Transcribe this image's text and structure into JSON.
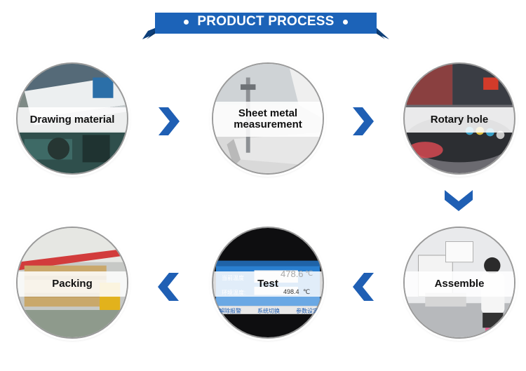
{
  "banner": {
    "title": "PRODUCT PROCESS"
  },
  "steps": [
    {
      "label": "Drawing material"
    },
    {
      "label": "Sheet metal measurement"
    },
    {
      "label": "Rotary hole"
    },
    {
      "label": "Assemble"
    },
    {
      "label": "Test"
    },
    {
      "label": "Packing"
    }
  ],
  "screen": {
    "row1_label": "当前温度",
    "row1_value": "478.6",
    "row1_unit": "℃",
    "row2_label": "环境温度:",
    "row2_value": "498.4",
    "row2_unit": "℃",
    "buttons": [
      "解除报警",
      "系统切换",
      "参数设定"
    ]
  },
  "colors": {
    "accent": "#1c63b8",
    "arrow": "#1f5fb4"
  }
}
